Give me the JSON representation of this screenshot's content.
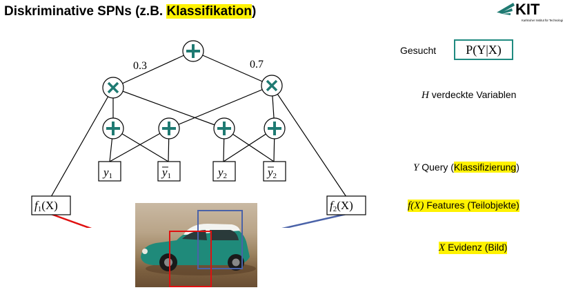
{
  "title": {
    "prefix": "Diskriminative SPNs (z.B. ",
    "highlight": "Klassifikation",
    "suffix": ")"
  },
  "logo": {
    "text": "KIT",
    "subtitle": "Karlsruher Institut für Technologie"
  },
  "diagram": {
    "weights": [
      "0.3",
      "0.7"
    ],
    "leaves": [
      {
        "base": "y",
        "sub": "1",
        "bar": false
      },
      {
        "base": "y",
        "sub": "1",
        "bar": true
      },
      {
        "base": "y",
        "sub": "2",
        "bar": false
      },
      {
        "base": "y",
        "sub": "2",
        "bar": true
      }
    ],
    "features": [
      {
        "base": "f",
        "sub": "1",
        "arg": "(X)"
      },
      {
        "base": "f",
        "sub": "2",
        "arg": "(X)"
      }
    ]
  },
  "right": {
    "gesucht_label": "Gesucht",
    "gesucht_formula": "P(Y|X)",
    "hidden_var": "H",
    "hidden_text": "verdeckte Variablen",
    "query_var": "Y",
    "query_text": "Query (",
    "query_highlight": "Klassifizierung",
    "query_close": ")",
    "features_var": "f(X)",
    "features_text": "Features (Teilobjekte)",
    "evidence_var": "X",
    "evidence_text": "Evidenz (Bild)"
  },
  "colors": {
    "node_green": "#1f7a72",
    "highlight": "#fff200",
    "feature1_box": "#e01010",
    "feature2_box": "#4a62a8"
  }
}
